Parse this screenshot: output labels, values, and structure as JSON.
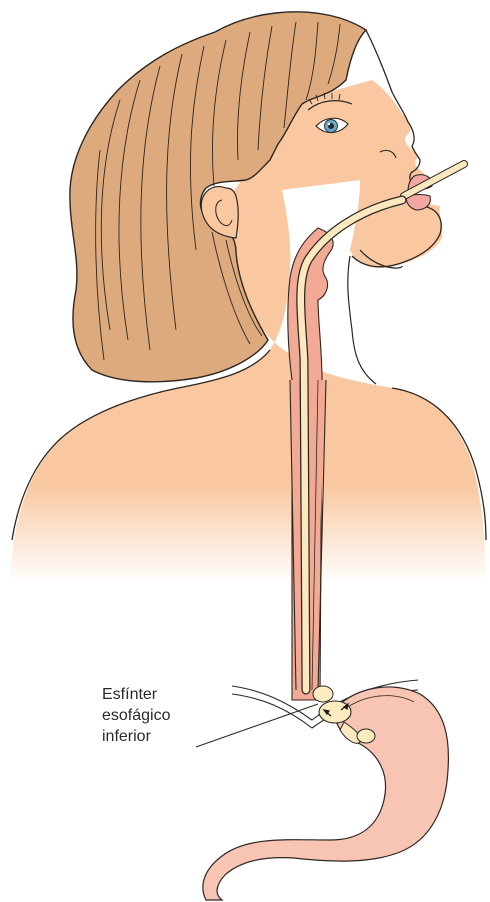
{
  "label": {
    "line1": "Esfínter",
    "line2": "esofágico",
    "line3": "inferior"
  },
  "colors": {
    "skin": "#f9c8a0",
    "hair": "#ddaa7e",
    "stroke": "#2b2622",
    "esophagus_pink": "#f3aa94",
    "tube": "#fbe8bf",
    "lips": "#f2a7a2",
    "stomach": "#f8c4b3",
    "iris": "#6aa8c8",
    "sphincter": "#fbecc0"
  }
}
